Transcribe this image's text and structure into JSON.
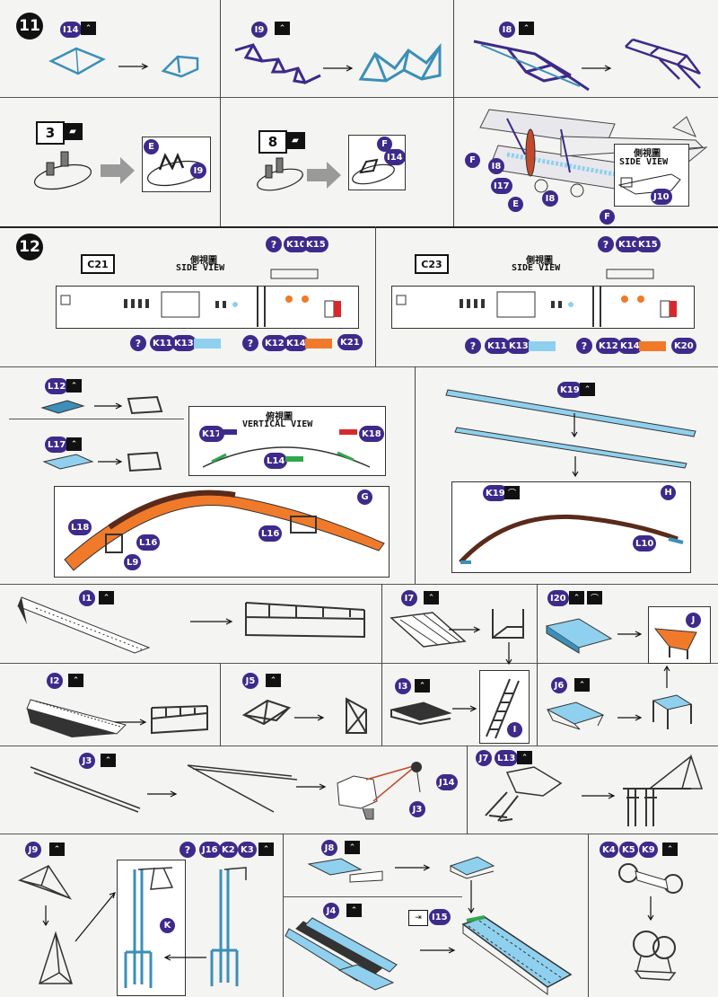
{
  "step11": {
    "number": "11",
    "a": {
      "part": "I14"
    },
    "b": {
      "part": "I9"
    },
    "c": {
      "part": "I8"
    },
    "d": {
      "count": "3",
      "letter": "E",
      "part": "I9"
    },
    "e": {
      "count": "8",
      "letter": "F",
      "part": "I14"
    },
    "f": {
      "labels": [
        "F",
        "I8",
        "I17",
        "E",
        "I8",
        "F"
      ],
      "side_cn": "側視圖",
      "side_en": "SIDE VIEW",
      "side_part": "J10"
    }
  },
  "step12": {
    "number": "12",
    "left": {
      "code": "C21",
      "side_cn": "側視圖",
      "side_en": "SIDE VIEW",
      "top_parts": [
        "?",
        "K10",
        "K15"
      ],
      "bottom_parts_a": [
        "?",
        "K11",
        "K13"
      ],
      "bottom_parts_b": [
        "?",
        "K12",
        "K14"
      ],
      "pointer": "K21"
    },
    "right": {
      "code": "C23",
      "side_cn": "側視圖",
      "side_en": "SIDE VIEW",
      "top_parts": [
        "?",
        "K10",
        "K15"
      ],
      "bottom_parts_a": [
        "?",
        "K11",
        "K13"
      ],
      "bottom_parts_b": [
        "?",
        "K12",
        "K14"
      ],
      "pointer": "K20"
    },
    "colors": {
      "blue": "#8fd0ee",
      "orange": "#f07a2a",
      "purple": "#3d2a8a",
      "green": "#2fa84a",
      "red": "#d8282a"
    }
  },
  "section_g": {
    "p1": "L12",
    "p2": "L17",
    "vv_cn": "俯視圖",
    "vv_en": "VERTICAL VIEW",
    "vv_parts": [
      "K17",
      "K18",
      "L14"
    ],
    "letter": "G",
    "labels": [
      "L18",
      "L16",
      "L9",
      "L16"
    ]
  },
  "section_h": {
    "part": "K19",
    "letter": "H",
    "inner_part": "K19",
    "end_part": "L10"
  },
  "row_i": {
    "i1": "I1",
    "i7": "I7",
    "i20": "I20",
    "j_letter": "J",
    "i2": "I2",
    "j5": "J5",
    "i3": "I3",
    "i_letter": "I",
    "j6": "J6"
  },
  "row_j3": {
    "j3": "J3",
    "j14": "J14",
    "j3b": "J3",
    "j7": "J7",
    "l13": "L13"
  },
  "row_bottom": {
    "j9": "J9",
    "k_letter": "K",
    "top_parts": [
      "?",
      "J16",
      "K2",
      "K3"
    ],
    "j8": "J8",
    "j4": "J4",
    "i15": "I15",
    "k_parts": [
      "K4",
      "K5",
      "K9"
    ]
  }
}
